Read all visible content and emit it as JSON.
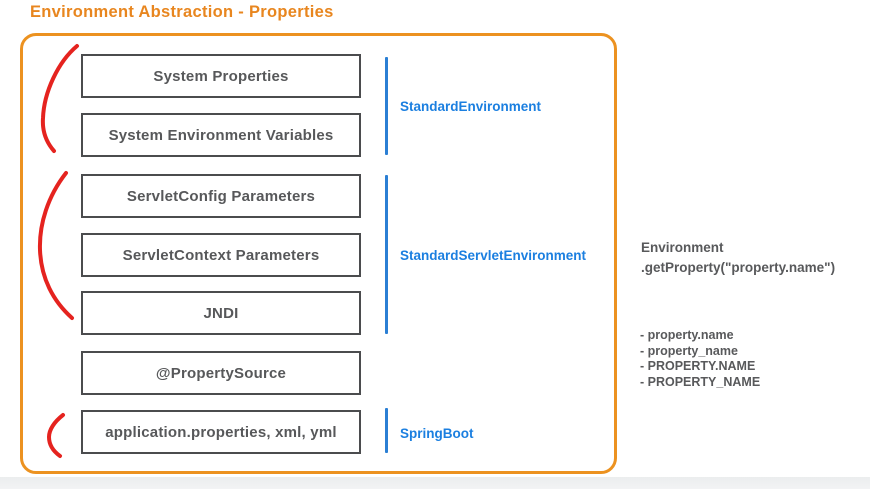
{
  "title": "Environment Abstraction - Properties",
  "boxes": [
    {
      "label": "System Properties"
    },
    {
      "label": "System Environment Variables"
    },
    {
      "label": "ServletConfig Parameters"
    },
    {
      "label": "ServletContext Parameters"
    },
    {
      "label": "JNDI"
    },
    {
      "label": "@PropertySource"
    },
    {
      "label": "application.properties, xml, yml"
    }
  ],
  "groups": [
    {
      "label": "StandardEnvironment",
      "boxes": [
        "System Properties",
        "System Environment Variables"
      ]
    },
    {
      "label": "StandardServletEnvironment",
      "boxes": [
        "ServletConfig Parameters",
        "ServletContext Parameters",
        "JNDI"
      ]
    },
    {
      "label": "SpringBoot",
      "boxes": [
        "application.properties, xml, yml"
      ]
    }
  ],
  "env_note": {
    "line1": "Environment",
    "line2": ".getProperty(\"property.name\")"
  },
  "property_variants": [
    "- property.name",
    "- property_name",
    "- PROPERTY.NAME",
    "- PROPERTY_NAME"
  ],
  "colors": {
    "title_orange": "#E8861F",
    "container_border_orange": "#EC9220",
    "box_border_gray": "#4B4C4E",
    "box_text_gray": "#57585A",
    "group_blue": "#1B7FE0",
    "brace_red": "#E5231F",
    "note_gray": "#58595B"
  }
}
